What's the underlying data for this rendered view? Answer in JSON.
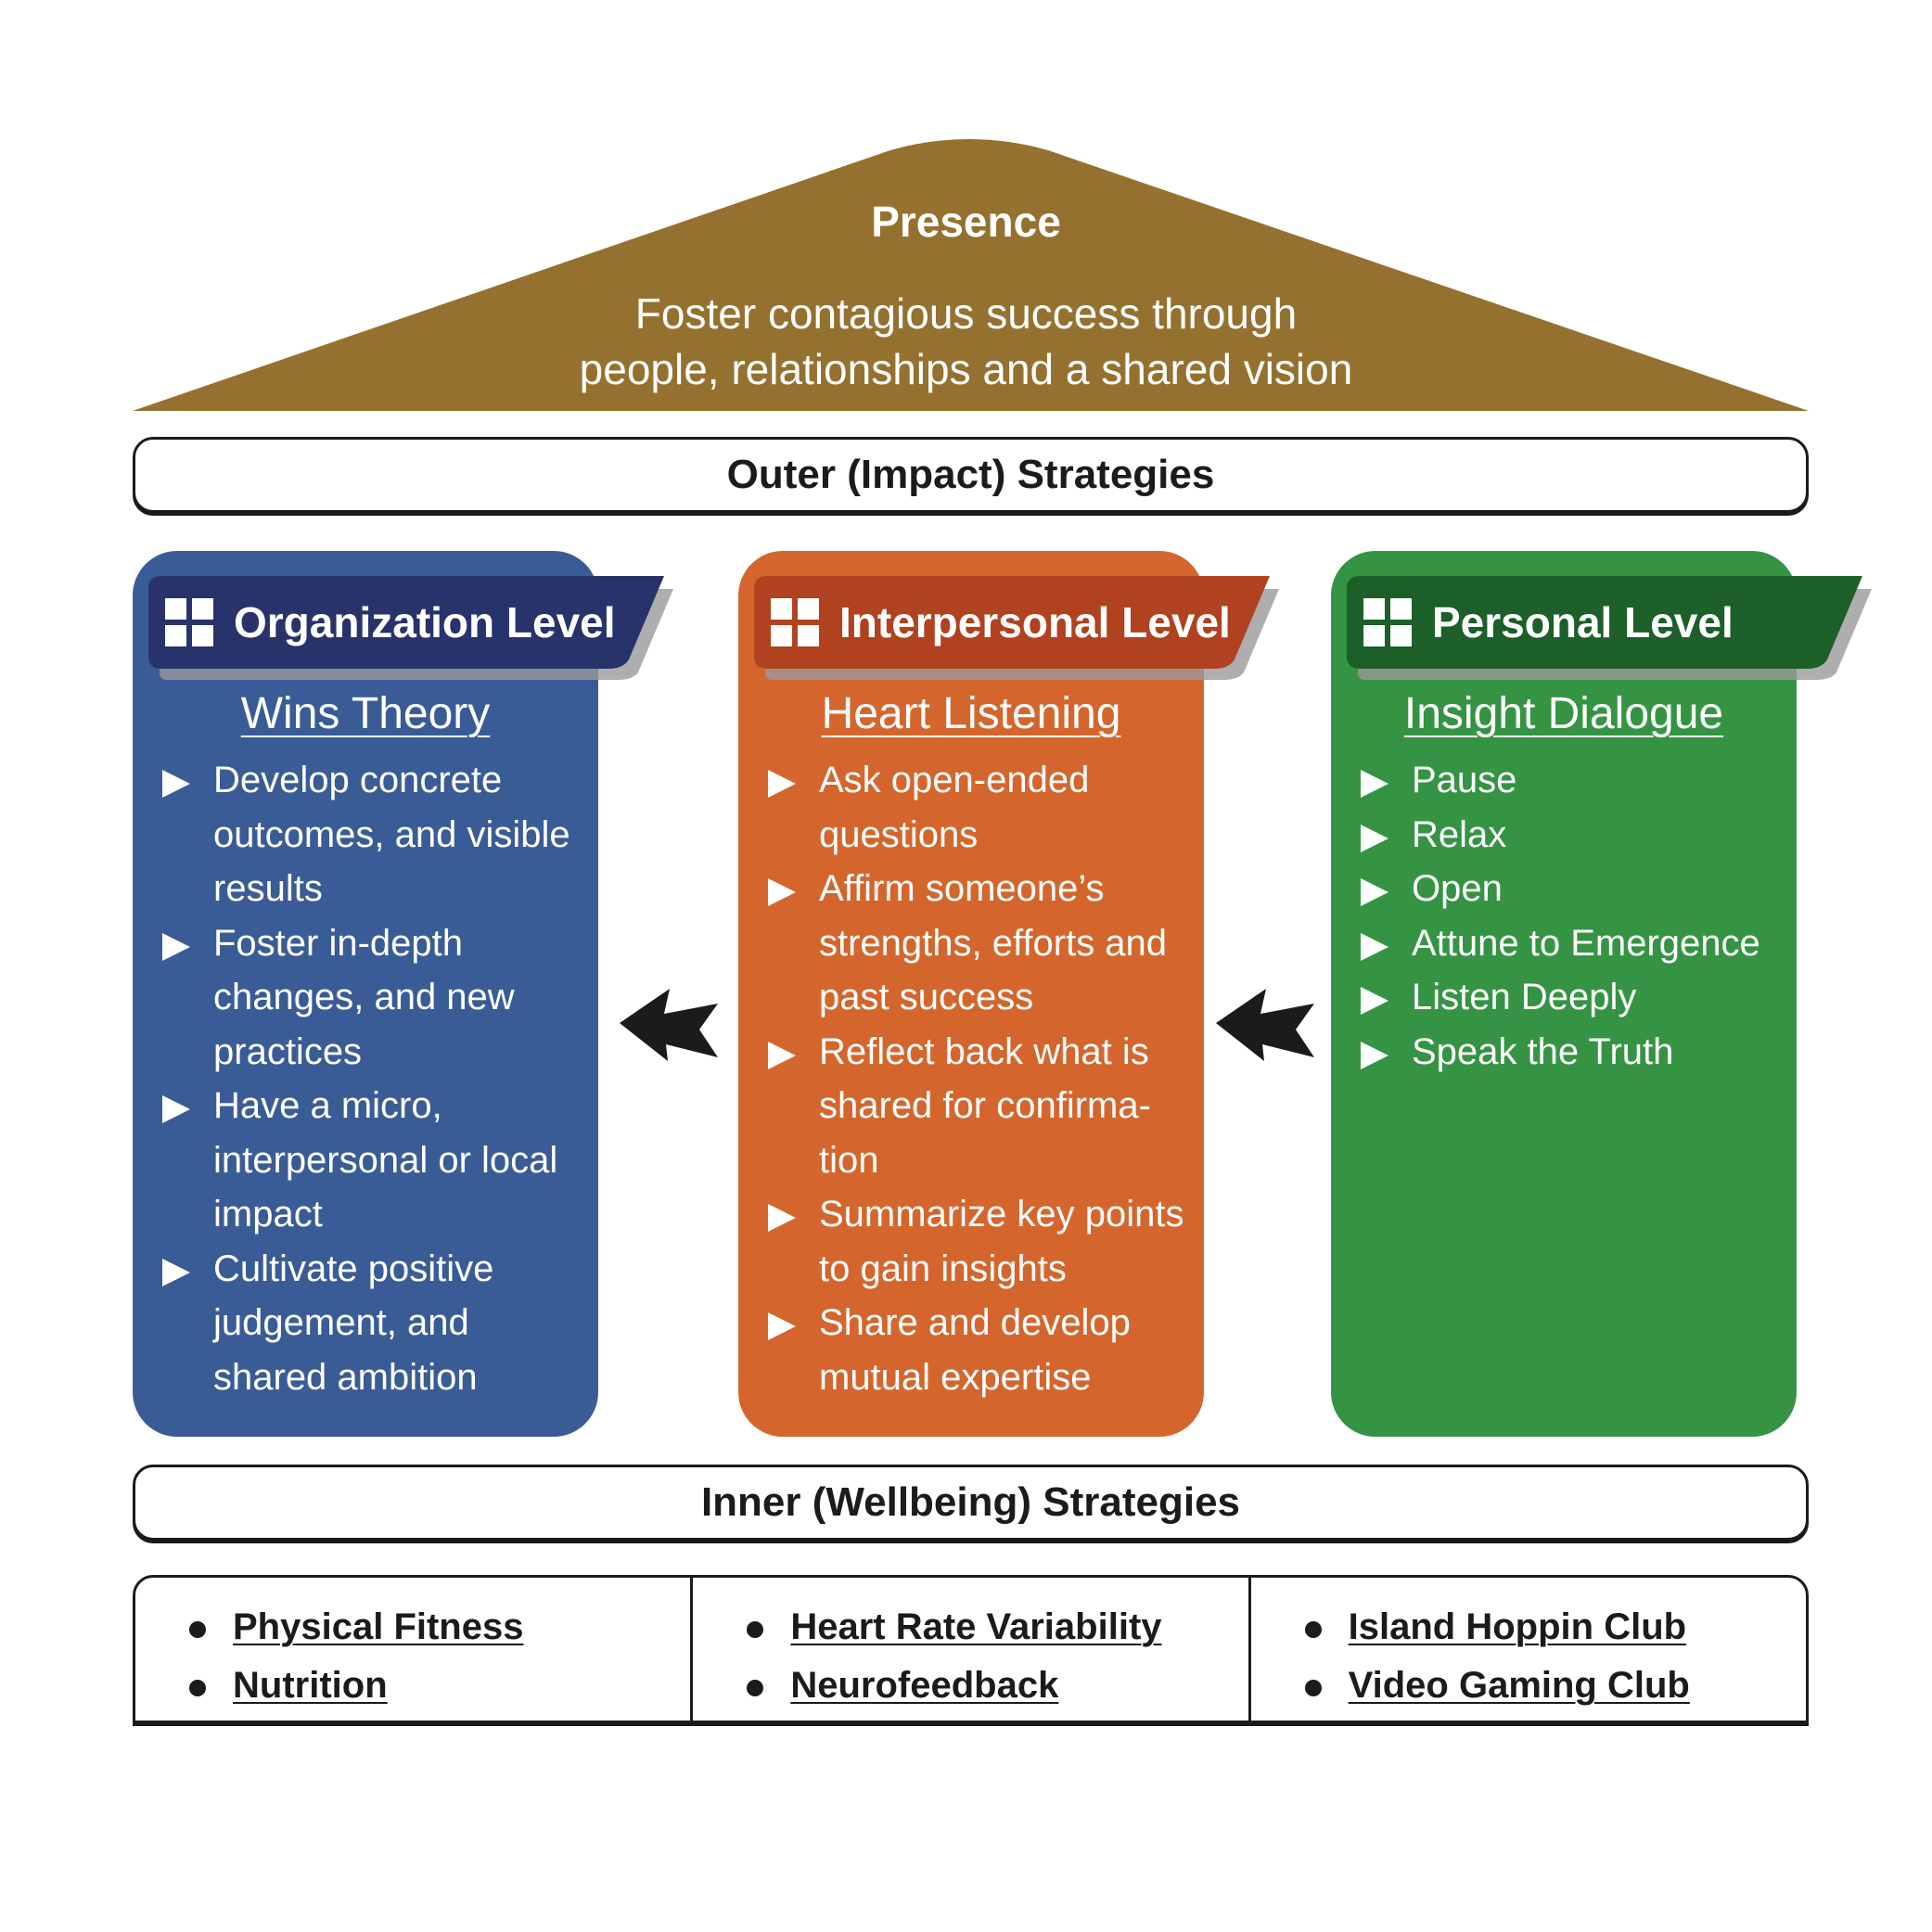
{
  "roof": {
    "title": "Presence",
    "subtitle_lines": [
      "Foster contagious success through",
      "people, relationships and a shared vision"
    ],
    "color": "#957130"
  },
  "outer_bar": {
    "label": "Outer (Impact) Strategies"
  },
  "inner_bar": {
    "label": "Inner (Wellbeing) Strategies"
  },
  "columns": [
    {
      "header": "Organization Level",
      "header_color": "#27336a",
      "body_color": "#3a5c96",
      "subtitle": "Wins Theory",
      "items": [
        "Develop concrete outcomes, and visible results",
        "Foster in-depth changes, and new practices",
        "Have a micro, interpersonal or local impact",
        "Cultivate positive judgement, and shared ambition"
      ]
    },
    {
      "header": "Interpersonal Level",
      "header_color": "#b04220",
      "body_color": "#d4662d",
      "subtitle": "Heart Listening",
      "items": [
        "Ask open-ended questions",
        "Affirm someone’s strengths, efforts and past success",
        "Reflect back what is shared for confirma-tion",
        "Summarize key points to gain insights",
        "Share and develop mutual expertise"
      ]
    },
    {
      "header": "Personal Level",
      "header_color": "#1c5f29",
      "body_color": "#359443",
      "subtitle": "Insight Dialogue",
      "items": [
        "Pause",
        "Relax",
        "Open",
        "Attune to Emergence",
        "Listen Deeply",
        "Speak the Truth"
      ]
    }
  ],
  "arrows": [
    {
      "icon": "double-arrow-left-icon",
      "from": "Interpersonal Level",
      "to": "Organization Level"
    },
    {
      "icon": "double-arrow-left-icon",
      "from": "Personal Level",
      "to": "Interpersonal Level"
    }
  ],
  "wellbeing": [
    [
      "Physical Fitness",
      "Nutrition"
    ],
    [
      "Heart Rate Variability",
      "Neurofeedback"
    ],
    [
      "Island Hoppin Club",
      "Video Gaming Club"
    ]
  ]
}
